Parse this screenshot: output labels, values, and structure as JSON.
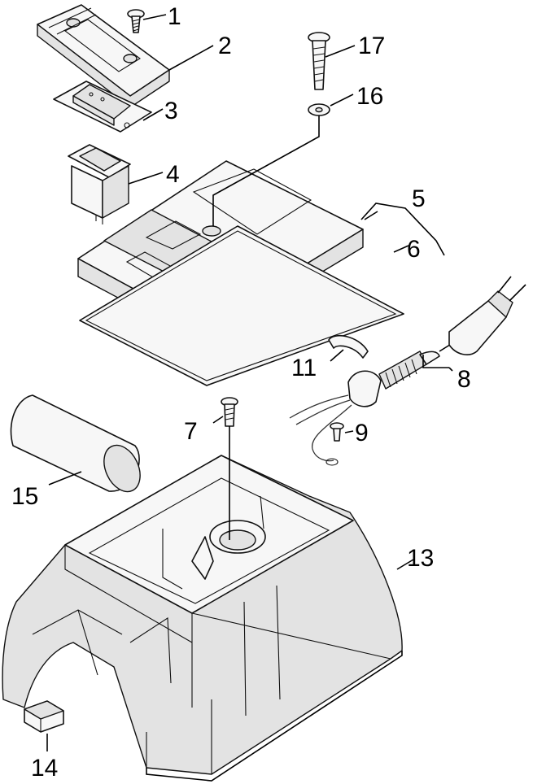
{
  "callouts": [
    {
      "id": "1",
      "text": "1"
    },
    {
      "id": "2",
      "text": "2"
    },
    {
      "id": "3",
      "text": "3"
    },
    {
      "id": "4",
      "text": "4"
    },
    {
      "id": "5",
      "text": "5"
    },
    {
      "id": "6",
      "text": "6"
    },
    {
      "id": "7",
      "text": "7"
    },
    {
      "id": "8",
      "text": "8"
    },
    {
      "id": "9",
      "text": "9"
    },
    {
      "id": "11",
      "text": "11"
    },
    {
      "id": "13",
      "text": "13"
    },
    {
      "id": "14",
      "text": "14"
    },
    {
      "id": "15",
      "text": "15"
    },
    {
      "id": "16",
      "text": "16"
    },
    {
      "id": "17",
      "text": "17"
    }
  ],
  "colors": {
    "line": "#000000",
    "fill": "#f7f7f7",
    "shade": "#e3e3e3"
  }
}
